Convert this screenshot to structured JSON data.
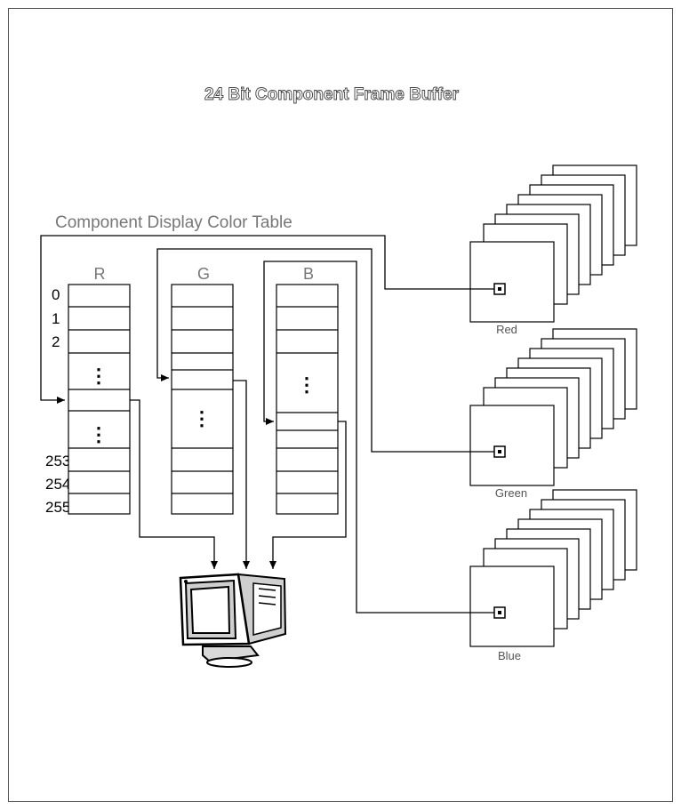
{
  "title": "24 Bit Component Frame Buffer",
  "table_caption": "Component Display Color Table",
  "columns": [
    "R",
    "G",
    "B"
  ],
  "index_labels": [
    "0",
    "1",
    "2",
    "253",
    "254",
    "255"
  ],
  "ellipsis": "⋮",
  "planes": [
    "Red",
    "Green",
    "Blue"
  ],
  "monitor_icon": "crt-monitor-icon"
}
